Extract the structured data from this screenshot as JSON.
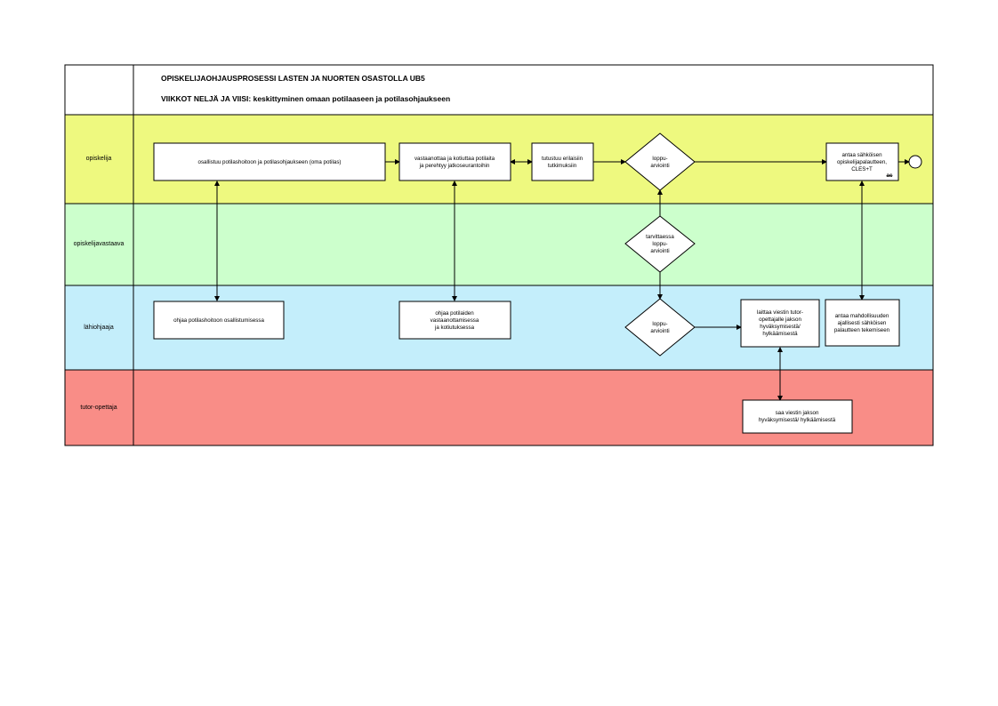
{
  "header": {
    "title": "OPISKELIJAOHJAUSPROSESSI LASTEN JA NUORTEN OSASTOLLA UB5",
    "subtitle": "VIIKKOT NELJÄ JA VIISI: keskittyminen omaan potilaaseen ja potilasohjaukseen"
  },
  "lanes": [
    {
      "label": "opiskelija",
      "color": "#eef97f"
    },
    {
      "label": "opiskelijavastaava",
      "color": "#ccffcc"
    },
    {
      "label": "lähiohjaaja",
      "color": "#c4eefb"
    },
    {
      "label": "tutor-opettaja",
      "color": "#f98d87"
    }
  ],
  "boxes": {
    "b1": [
      "osallistuu potilashoitoon ja potilasohjaukseen (oma potilas)"
    ],
    "b2": [
      "vastaanottaa ja kotiuttaa potilaita",
      "ja perehtyy jatkoseurantoihin"
    ],
    "b3": [
      "tutustuu erilaisiin",
      "tutkimuksiin"
    ],
    "b4": [
      "antaa sähköisen",
      "opiskelijapalautteen,",
      "CLES+T"
    ],
    "b5": [
      "ohjaa potilashoitoon osallistumisessa"
    ],
    "b6": [
      "ohjaa potilaiden",
      "vastaanottamisessa",
      "ja  kotiutuksessa"
    ],
    "b7": [
      "laittaa viestin tutor-",
      "opettajalle jakson",
      "hyväksymisestä/",
      "hylkäämisestä"
    ],
    "b8": [
      "antaa mahdollisuuden",
      "ajallisesti sähköisen",
      "palautteen tekemiseen"
    ],
    "b9": [
      "saa viestin jakson",
      "hyväksymisestä/ hylkäämisestä"
    ]
  },
  "diamonds": {
    "d1": [
      "loppu-",
      "arviointi"
    ],
    "d2": [
      "tarvittaessa",
      "loppu-",
      "arviointi"
    ],
    "d3": [
      "loppu-",
      "arviointi"
    ]
  },
  "mark": "ac"
}
